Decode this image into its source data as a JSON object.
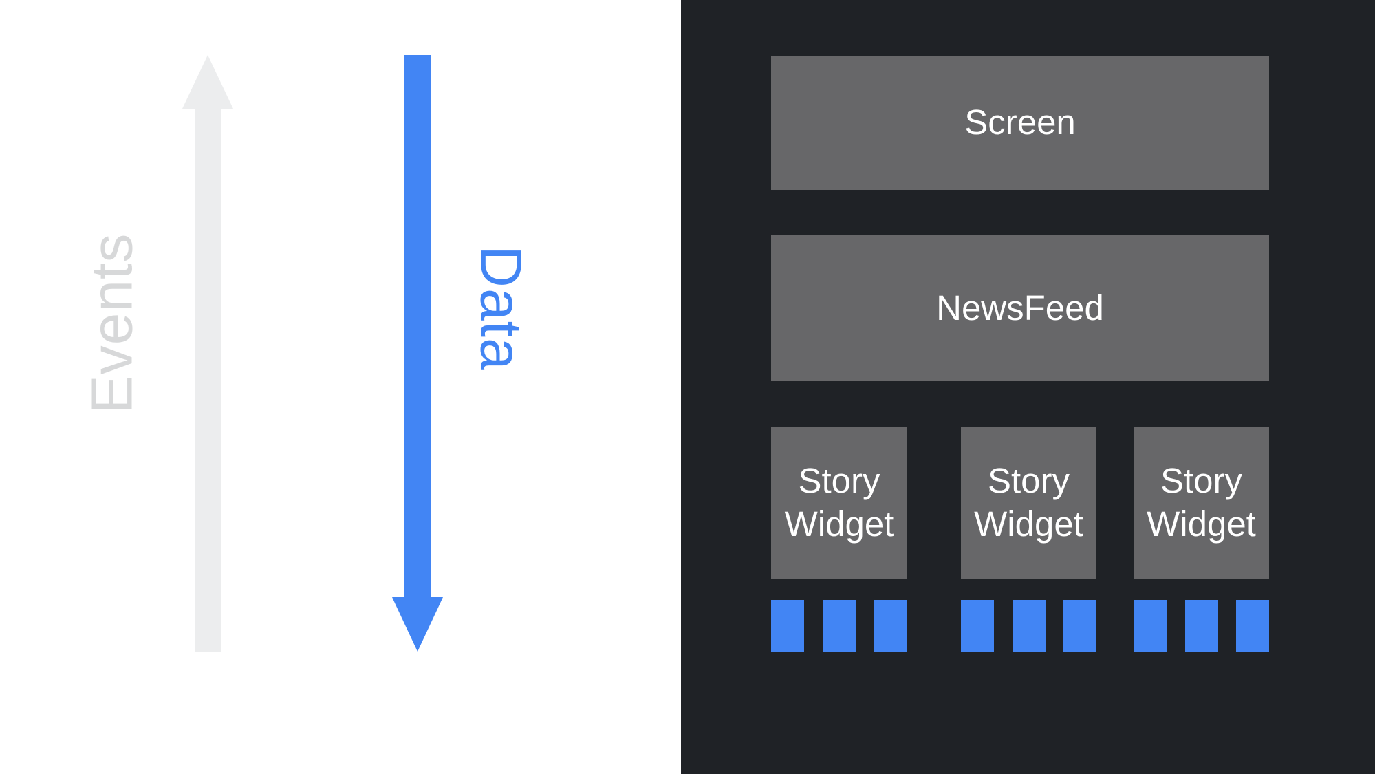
{
  "colors": {
    "white_bg": "#FFFFFF",
    "dark_bg": "#1F2226",
    "box_gray": "#676769",
    "box_text": "#FFFFFF",
    "accent_blue": "#4285F4",
    "arrow_gray": "#ECEDEE",
    "events_gray": "#D7D8D9"
  },
  "flow": {
    "events_label": "Events",
    "events_arrow_direction": "up",
    "data_label": "Data",
    "data_arrow_direction": "down"
  },
  "widget_tree": {
    "screen_label": "Screen",
    "newsfeed_label": "NewsFeed",
    "story_widgets": [
      {
        "label": "Story Widget",
        "squares": 3
      },
      {
        "label": "Story Widget",
        "squares": 3
      },
      {
        "label": "Story Widget",
        "squares": 3
      }
    ]
  }
}
